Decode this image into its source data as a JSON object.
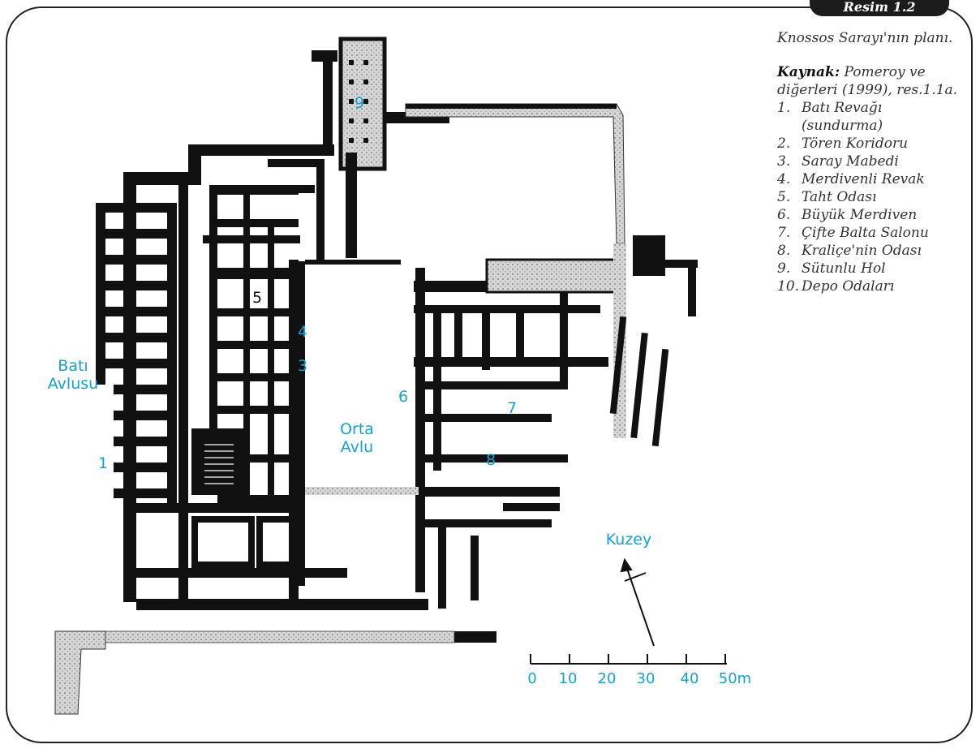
{
  "figure": {
    "tab_label": "Resim 1.2",
    "caption_title": "Knossos Sarayı'nın planı.",
    "source_label": "Kaynak:",
    "source_text": "Pomeroy ve diğerleri (1999), res.1.1a."
  },
  "legend": [
    {
      "num": "1.",
      "text": "Batı Revağı (sundurma)"
    },
    {
      "num": "2.",
      "text": "Tören Koridoru"
    },
    {
      "num": "3.",
      "text": "Saray Mabedi"
    },
    {
      "num": "4.",
      "text": "Merdivenli Revak"
    },
    {
      "num": "5.",
      "text": "Taht Odası"
    },
    {
      "num": "6.",
      "text": "Büyük Merdiven"
    },
    {
      "num": "7.",
      "text": "Çifte Balta Salonu"
    },
    {
      "num": "8.",
      "text": "Kraliçe'nin Odası"
    },
    {
      "num": "9.",
      "text": "Sütunlu Hol"
    },
    {
      "num": "10.",
      "text": "Depo Odaları"
    }
  ],
  "map_labels": {
    "bati_avlusu": "Batı\nAvlusu",
    "orta_avlu": "Orta\nAvlu",
    "kuzey": "Kuzey",
    "n1": "1",
    "n3": "3",
    "n4": "4",
    "n5": "5",
    "n6": "6",
    "n7": "7",
    "n8": "8",
    "n9": "9"
  },
  "scale_bar": {
    "ticks": [
      "0",
      "10",
      "20",
      "30",
      "40",
      "50m"
    ]
  },
  "colors": {
    "label_blue": "#12a3d6",
    "wall": "#111111",
    "stone_fill": "#bcbcbc"
  }
}
